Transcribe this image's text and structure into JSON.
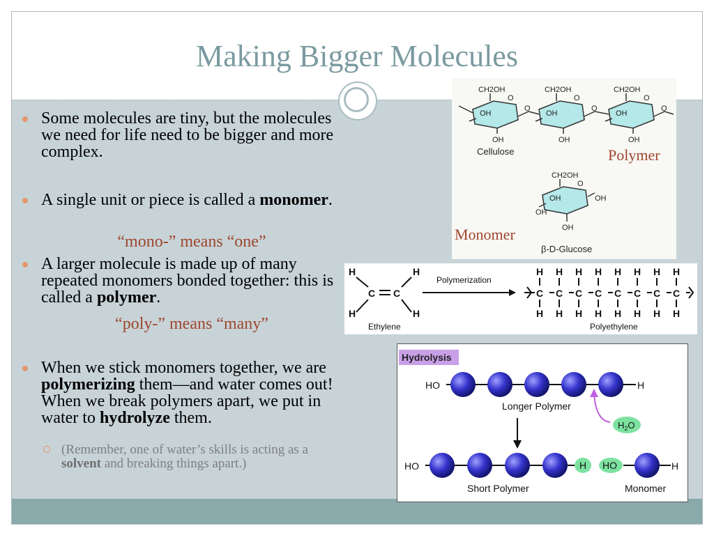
{
  "title": "Making Bigger Molecules",
  "bullets": [
    {
      "text": "Some molecules are tiny, but the molecules we need for life need to be bigger and more complex."
    },
    {
      "pre": "A single unit or piece is called a ",
      "bold": "monomer",
      "post": ".",
      "note": "“mono-” means “one”"
    },
    {
      "pre": "A larger molecule is made up of many repeated monomers bonded together: this is called a ",
      "bold": "polymer",
      "post": ".",
      "note": "“poly-” means “many”"
    },
    {
      "p1": "When we stick monomers together, we are ",
      "b1": "polymerizing",
      "p2": " them—and water comes out! When we break polymers apart, we put in water to ",
      "b2": "hydrolyze",
      "p3": " them."
    }
  ],
  "subbullet": {
    "pre": "(Remember, one of water’s skills is acting as a ",
    "bold": "solvent",
    "post": " and breaking things apart.)"
  },
  "cellulose_figure": {
    "ch2oh": "CH2OH",
    "oh": "OH",
    "o": "O",
    "cellulose_label": "Cellulose",
    "glucose_label": "β-D-Glucose",
    "polymer_label": "Polymer",
    "monomer_label": "Monomer"
  },
  "ethylene_figure": {
    "h": "H",
    "c": "C",
    "ethylene_label": "Ethylene",
    "arrow_label": "Polymerization",
    "polyethylene_label": "Polyethylene"
  },
  "hydrolysis_figure": {
    "header": "Hydrolysis",
    "ho": "HO",
    "h": "H",
    "water": "H2O",
    "longer_label": "Longer Polymer",
    "short_label": "Short Polymer",
    "monomer_label": "Monomer"
  },
  "colors": {
    "title": "#7a9aa0",
    "accent": "#a0462e",
    "bullet": "#e4956b",
    "sphere": "#3333cc",
    "water": "#7de2a0",
    "hydrolysis_header": "#c9a0e8"
  }
}
